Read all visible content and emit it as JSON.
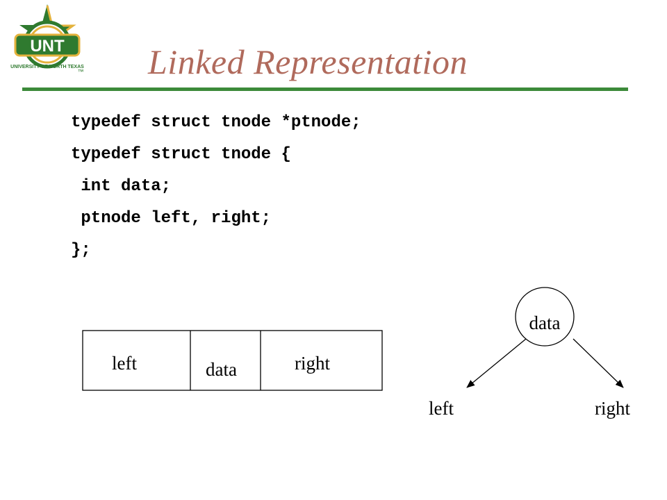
{
  "slide": {
    "title": "Linked Representation",
    "logo_text": "UNT",
    "logo_ring_text": "UNIVERSITY OF NORTH TEXAS",
    "logo_mark": "™"
  },
  "code": {
    "lines": [
      "typedef struct tnode *ptnode;",
      "typedef struct tnode {",
      " int data;",
      " ptnode left, right;",
      "};"
    ]
  },
  "node_box": {
    "left_label": "left",
    "data_label": "data",
    "right_label": "right"
  },
  "tree_node": {
    "data_label": "data",
    "left_label": "left",
    "right_label": "right"
  },
  "colors": {
    "title": "#b06a5c",
    "rule": "#3c8a3a",
    "logo_green": "#2f7a2f",
    "logo_gold": "#e3b23c"
  }
}
